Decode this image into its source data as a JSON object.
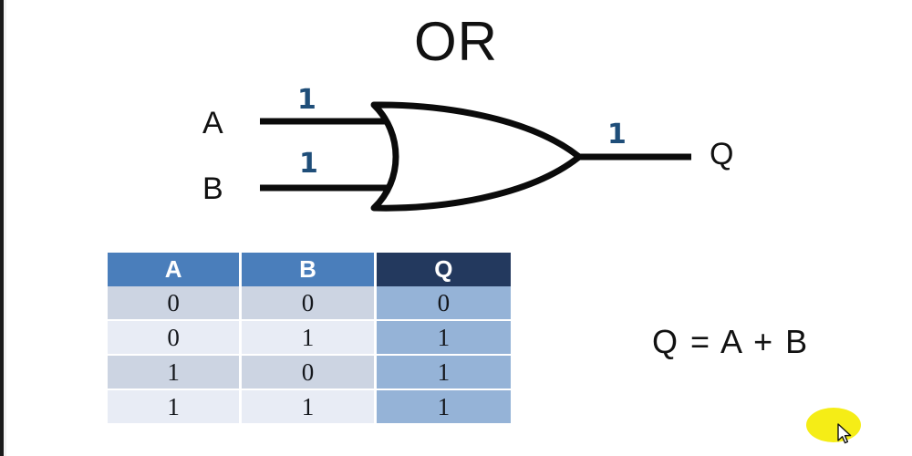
{
  "page": {
    "title": "OR",
    "background_color": "#ffffff"
  },
  "colors": {
    "signal_blue": "#1f4e79",
    "header_blue": "#4a7ebb",
    "header_navy": "#23395e",
    "output_col_blue": "#95b3d7",
    "row_odd": "#ccd4e2",
    "row_even": "#e8ecf5",
    "ink": "#111111",
    "highlight_yellow": "#f5ed16"
  },
  "diagram": {
    "gate_type": "OR",
    "inputs": [
      {
        "name": "A",
        "label": "A",
        "value": "1"
      },
      {
        "name": "B",
        "label": "B",
        "value": "1"
      }
    ],
    "output": {
      "name": "Q",
      "label": "Q",
      "value": "1"
    }
  },
  "truth_table": {
    "headers": [
      "A",
      "B",
      "Q"
    ],
    "rows": [
      [
        "0",
        "0",
        "0"
      ],
      [
        "0",
        "1",
        "1"
      ],
      [
        "1",
        "0",
        "1"
      ],
      [
        "1",
        "1",
        "1"
      ]
    ]
  },
  "equation": {
    "text": "Q = A + B"
  },
  "cursor": {
    "highlight_shape": "ellipse",
    "icon": "mouse-pointer"
  }
}
